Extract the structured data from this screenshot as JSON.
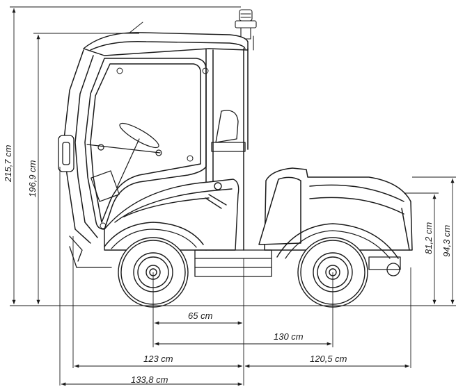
{
  "dimensions": {
    "overall_height": "215,7 cm",
    "cab_height": "196,9 cm",
    "hood_height": "81,2 cm",
    "rear_height": "94,3 cm",
    "front_axle_to_center": "65 cm",
    "wheelbase": "130 cm",
    "front_length": "123 cm",
    "rear_length": "120,5 cm",
    "front_overhang_length": "133,8 cm"
  }
}
